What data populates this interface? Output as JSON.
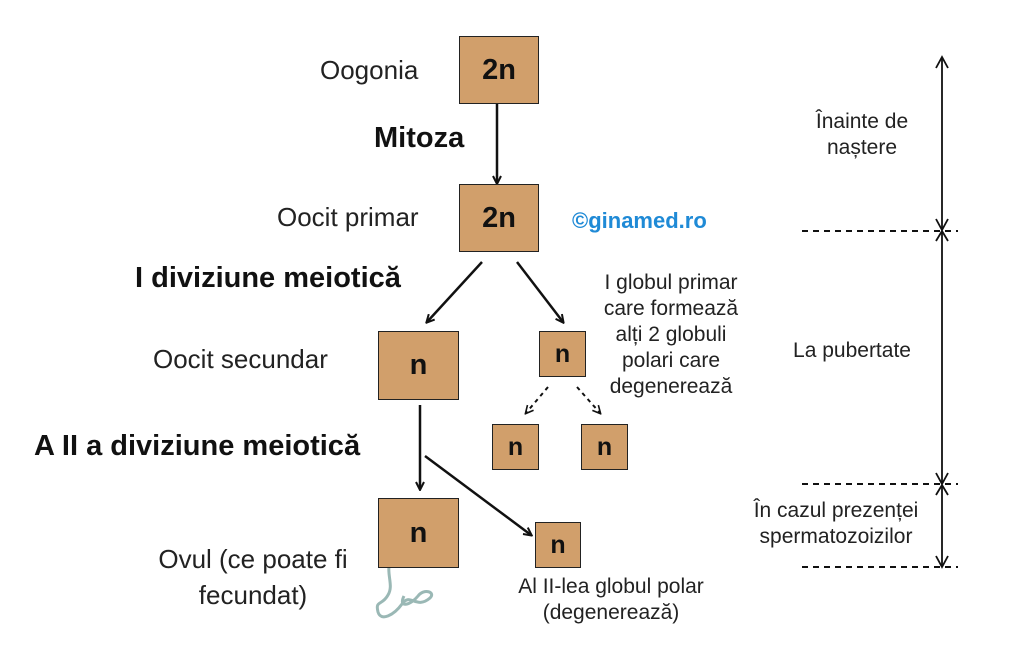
{
  "stages": {
    "oogonia": "Oogonia",
    "mitosis": "Mitoza",
    "primary_oocyte": "Oocit primar",
    "meiosis_1": "I diviziune meiotică",
    "secondary_oocyte": "Oocit secundar",
    "meiosis_2": "A II a diviziune meiotică",
    "ovum_line1": "Ovul (ce poate fi",
    "ovum_line2": "fecundat)"
  },
  "ploidy": {
    "oogonia": "2n",
    "primary_oocyte": "2n",
    "secondary_oocyte": "n",
    "first_polar_body": "n",
    "polar_child_left": "n",
    "polar_child_right": "n",
    "ovum": "n",
    "second_polar_body": "n"
  },
  "notes": {
    "first_polar": [
      "I globul primar",
      "care formează",
      "alți 2 globuli",
      "polari care",
      "degenerează"
    ],
    "second_polar": [
      "Al II-lea globul polar",
      "(degenerează)"
    ]
  },
  "timeline": {
    "before_birth": [
      "Înainte de",
      "naștere"
    ],
    "puberty": "La pubertate",
    "sperm_presence": [
      "În cazul prezenței",
      "spermatozoizilor"
    ]
  },
  "watermark": "©ginamed.ro",
  "colors": {
    "box_fill": "#d19f6b",
    "watermark": "#1f8ad6"
  },
  "icons": {
    "sperm": "sperm-icon"
  }
}
